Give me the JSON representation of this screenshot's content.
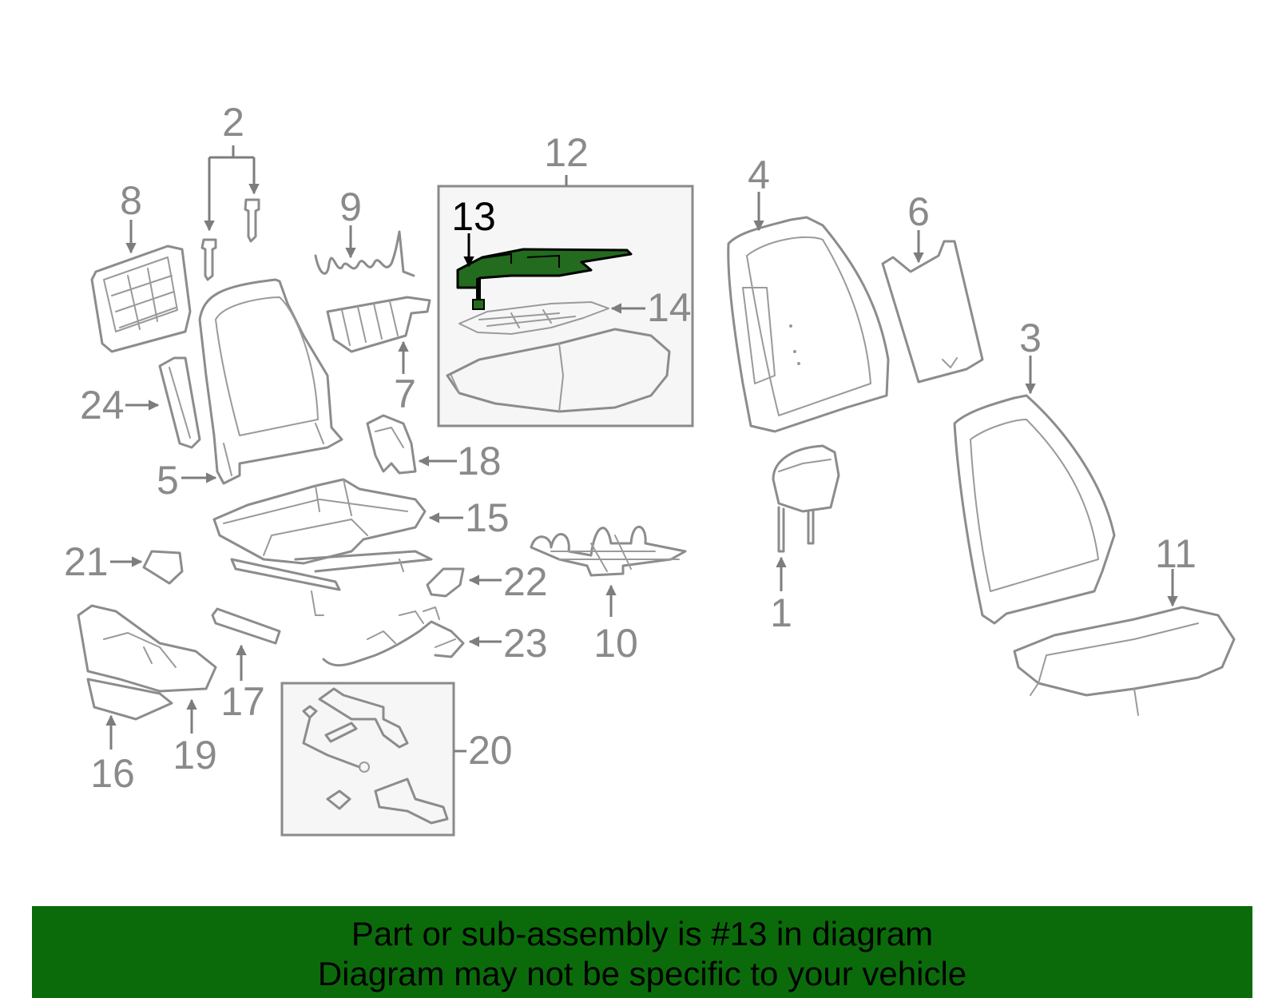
{
  "colors": {
    "banner_background": "#0b6b0b",
    "highlight_part": "#236b1e",
    "line_gray": "#8c8c8c",
    "label_gray": "#8a8a8a",
    "highlight_label": "#000000"
  },
  "labels": {
    "p1": "1",
    "p2": "2",
    "p3": "3",
    "p4": "4",
    "p5": "5",
    "p6": "6",
    "p7": "7",
    "p8": "8",
    "p9": "9",
    "p10": "10",
    "p11": "11",
    "p12": "12",
    "p13": "13",
    "p14": "14",
    "p15": "15",
    "p16": "16",
    "p17": "17",
    "p18": "18",
    "p19": "19",
    "p20": "20",
    "p21": "21",
    "p22": "22",
    "p23": "23",
    "p24": "24"
  },
  "highlighted_part": "13",
  "banner": {
    "line1": "Part or sub-assembly is #13 in diagram",
    "line2": "Diagram may not be specific to your vehicle"
  }
}
